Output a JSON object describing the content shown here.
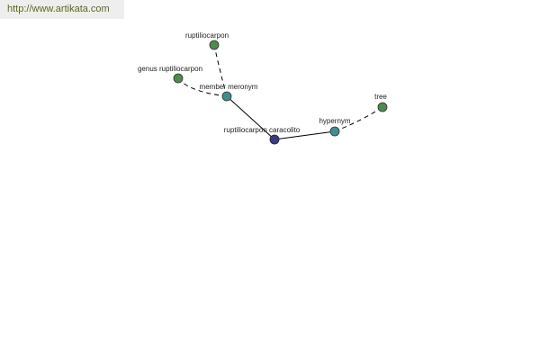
{
  "source_url": "http://www.artikata.com",
  "colors": {
    "leaf_node": "#4e8a4e",
    "relation_node": "#3f8f8c",
    "center_node": "#3c3a86",
    "edge": "#000000",
    "banner_text": "#5a6a18"
  },
  "nodes": {
    "center": {
      "label": "ruptiliocarpon caracolito",
      "kind": "center"
    },
    "member_meronym": {
      "label": "member meronym",
      "kind": "relation"
    },
    "hypernym": {
      "label": "hypernym",
      "kind": "relation"
    },
    "ruptiliocarpon": {
      "label": "ruptiliocarpon",
      "kind": "leaf"
    },
    "genus_ruptiliocarpon": {
      "label": "genus ruptiliocarpon",
      "kind": "leaf"
    },
    "tree": {
      "label": "tree",
      "kind": "leaf"
    }
  },
  "edges": [
    {
      "from": "center",
      "to": "member_meronym",
      "style": "solid"
    },
    {
      "from": "center",
      "to": "hypernym",
      "style": "solid"
    },
    {
      "from": "member_meronym",
      "to": "ruptiliocarpon",
      "style": "dashed"
    },
    {
      "from": "member_meronym",
      "to": "genus_ruptiliocarpon",
      "style": "dashed"
    },
    {
      "from": "hypernym",
      "to": "tree",
      "style": "dashed"
    }
  ]
}
